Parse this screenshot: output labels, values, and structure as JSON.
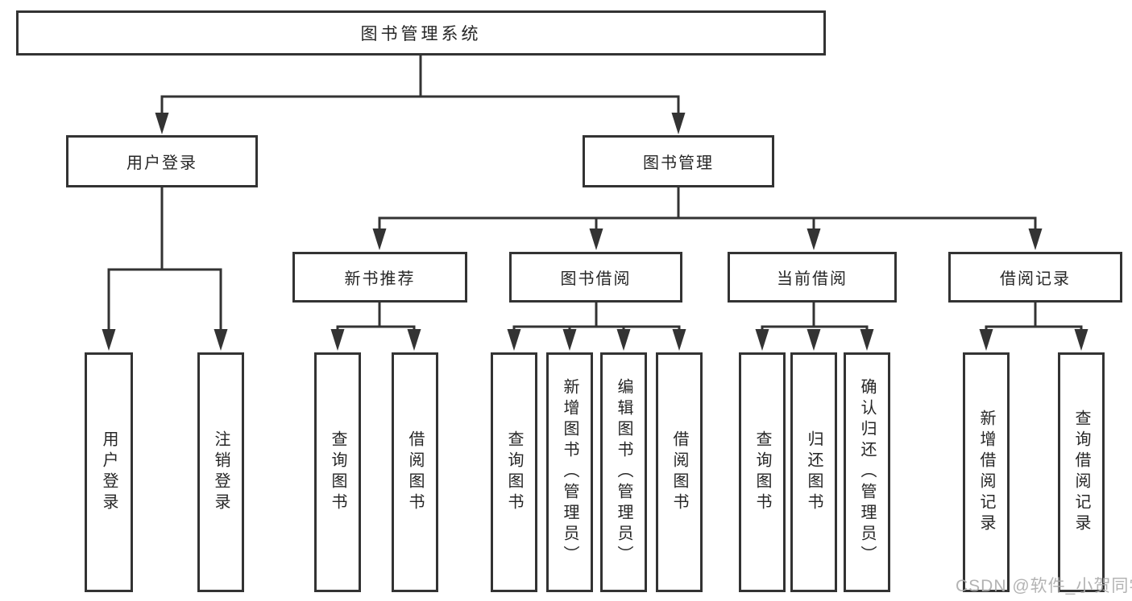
{
  "title": "图书管理系统",
  "watermark": "CSDN @软件_小贺同学",
  "colors": {
    "line": "#333333",
    "box_border": "#333333",
    "text": "#262626",
    "background": "#ffffff",
    "watermark": "#adadad"
  },
  "nodes": {
    "root": {
      "label": "图书管理系统"
    },
    "user_login": {
      "label": "用户登录"
    },
    "book_mgmt": {
      "label": "图书管理"
    },
    "login": {
      "label": "用户登录"
    },
    "logout": {
      "label": "注销登录"
    },
    "new_book_rec": {
      "label": "新书推荐"
    },
    "book_borrow": {
      "label": "图书借阅"
    },
    "current_borrow": {
      "label": "当前借阅"
    },
    "borrow_record": {
      "label": "借阅记录"
    },
    "nbr_query_book": {
      "label": "查询图书"
    },
    "nbr_borrow_book": {
      "label": "借阅图书"
    },
    "bb_query_book": {
      "label": "查询图书"
    },
    "bb_add_book": {
      "label": "新增图书（管理员）"
    },
    "bb_edit_book": {
      "label": "编辑图书（管理员）"
    },
    "bb_borrow_book": {
      "label": "借阅图书"
    },
    "cb_query_book": {
      "label": "查询图书"
    },
    "cb_return_book": {
      "label": "归还图书"
    },
    "cb_confirm_return": {
      "label": "确认归还（管理员）"
    },
    "br_add_record": {
      "label": "新增借阅记录"
    },
    "br_query_record": {
      "label": "查询借阅记录"
    }
  },
  "hierarchy": {
    "root": "图书管理系统",
    "children": [
      {
        "label": "用户登录",
        "children": [
          "用户登录",
          "注销登录"
        ]
      },
      {
        "label": "图书管理",
        "children": [
          {
            "label": "新书推荐",
            "children": [
              "查询图书",
              "借阅图书"
            ]
          },
          {
            "label": "图书借阅",
            "children": [
              "查询图书",
              "新增图书（管理员）",
              "编辑图书（管理员）",
              "借阅图书"
            ]
          },
          {
            "label": "当前借阅",
            "children": [
              "查询图书",
              "归还图书",
              "确认归还（管理员）"
            ]
          },
          {
            "label": "借阅记录",
            "children": [
              "新增借阅记录",
              "查询借阅记录"
            ]
          }
        ]
      }
    ]
  }
}
